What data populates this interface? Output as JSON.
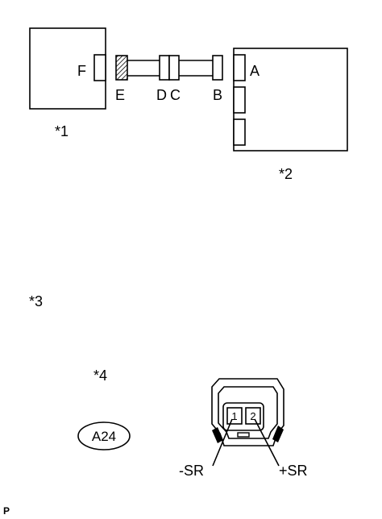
{
  "wiring": {
    "component_1_label": "*1",
    "component_2_label": "*2",
    "connector_f": "F",
    "connector_e": "E",
    "connector_d": "D",
    "connector_c": "C",
    "connector_b": "B",
    "connector_a": "A"
  },
  "connector_view": {
    "note_3": "*3",
    "note_4": "*4",
    "connector_code": "A24",
    "pin_1": "1",
    "pin_2": "2",
    "terminal_neg": "-SR",
    "terminal_pos": "+SR"
  },
  "footer": {
    "mark": "P"
  }
}
